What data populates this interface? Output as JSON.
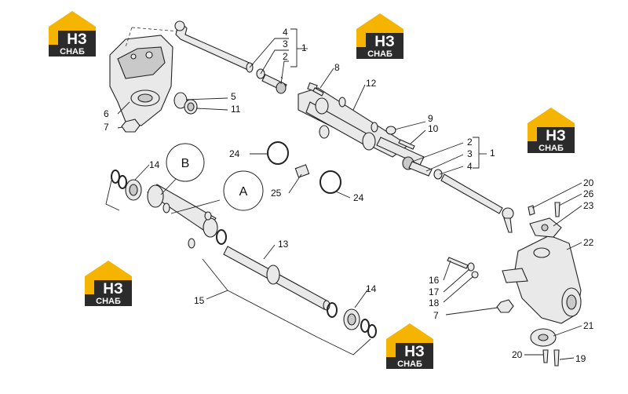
{
  "logo": {
    "letters": "НЗ",
    "caption": "СНАБ",
    "colors": {
      "roof": "#f5b400",
      "body": "#2b2b2b",
      "text": "#ffffff"
    }
  },
  "callouts": {
    "A": "A",
    "B": "B"
  },
  "part_numbers": {
    "n1_top": "1",
    "n2_top": "2",
    "n3_top": "3",
    "n4_top": "4",
    "n5": "5",
    "n6": "6",
    "n7_left": "7",
    "n8": "8",
    "n9": "9",
    "n10": "10",
    "n11": "11",
    "n12": "12",
    "n13": "13",
    "n14_left": "14",
    "n14_right": "14",
    "n15": "15",
    "n16": "16",
    "n17": "17",
    "n18": "18",
    "n7_right": "7",
    "n1_right": "1",
    "n2_right": "2",
    "n3_right": "3",
    "n4_right": "4",
    "n19": "19",
    "n20_top": "20",
    "n20_bottom": "20",
    "n21": "21",
    "n22": "22",
    "n23": "23",
    "n24_top": "24",
    "n24_bottom": "24",
    "n25": "25",
    "n26": "26"
  }
}
